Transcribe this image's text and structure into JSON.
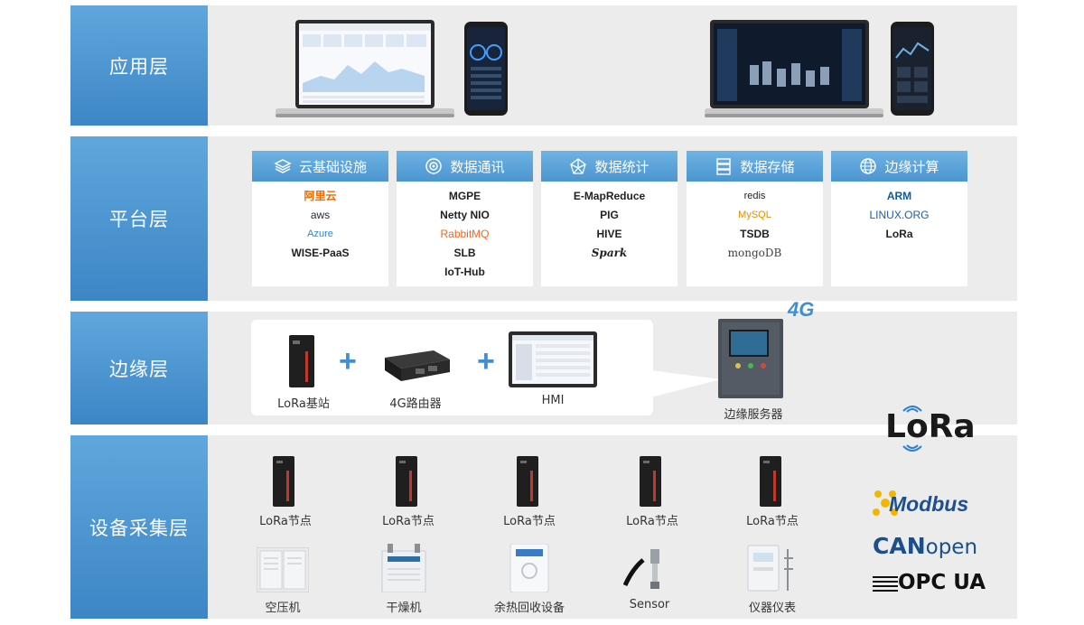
{
  "layers": {
    "app": "应用层",
    "platform": "平台层",
    "edge": "边缘层",
    "device": "设备采集层"
  },
  "platform_cards": [
    {
      "title": "云基础设施",
      "icon": "layers-icon",
      "items": [
        "阿里云",
        "aws",
        "Azure",
        "WISE-PaaS"
      ]
    },
    {
      "title": "数据通讯",
      "icon": "signal-icon",
      "items": [
        "MGPE",
        "Netty NIO",
        "RabbitMQ",
        "SLB",
        "IoT-Hub"
      ]
    },
    {
      "title": "数据统计",
      "icon": "network-icon",
      "items": [
        "E-MapReduce",
        "PIG",
        "HIVE",
        "Spark"
      ]
    },
    {
      "title": "数据存储",
      "icon": "database-icon",
      "items": [
        "redis",
        "MySQL",
        "TSDB",
        "mongoDB"
      ]
    },
    {
      "title": "边缘计算",
      "icon": "globe-icon",
      "items": [
        "ARM",
        "LINUX.ORG",
        "LoRa"
      ]
    }
  ],
  "edge": {
    "lora_base": "LoRa基站",
    "router": "4G路由器",
    "hmi": "HMI",
    "server": "边缘服务器",
    "badge_4g": "4G"
  },
  "device_layer": {
    "nodes": [
      "LoRa节点",
      "LoRa节点",
      "LoRa节点",
      "LoRa节点",
      "LoRa节点"
    ],
    "equipment": [
      "空压机",
      "干燥机",
      "余热回收设备",
      "Sensor",
      "仪器仪表"
    ]
  },
  "protocols": {
    "lora": "LoRa",
    "modbus": "Modbus",
    "canopen_can": "CAN",
    "canopen_open": "open",
    "opcua": "OPC UA"
  },
  "colors": {
    "accent": "#4b95d0",
    "layer_bg": "#ececec"
  }
}
